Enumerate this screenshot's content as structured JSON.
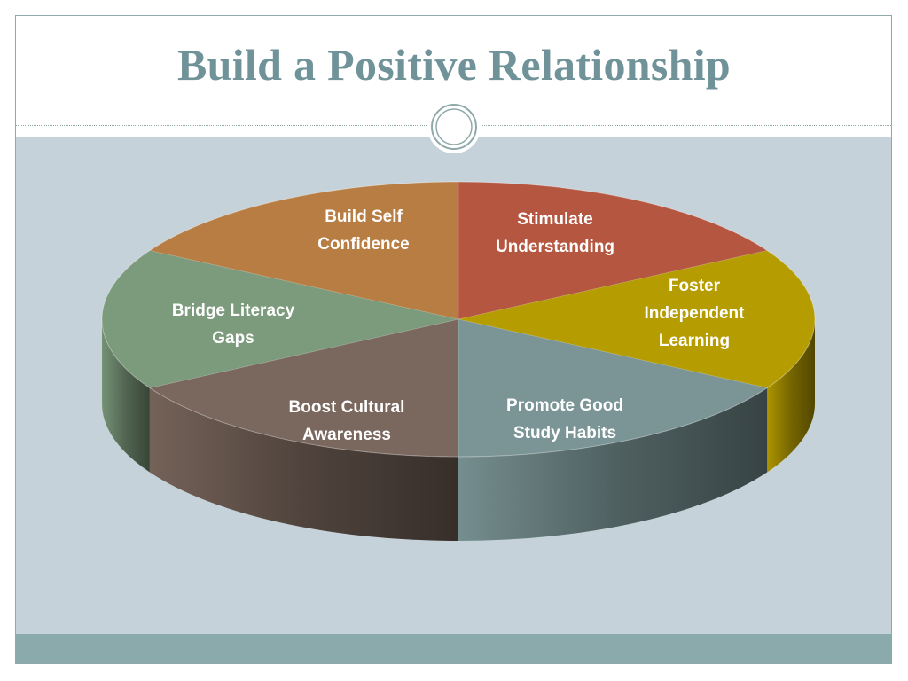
{
  "slide": {
    "title": "Build a Positive Relationship"
  },
  "diagram": {
    "type": "3d-pie",
    "segments": [
      {
        "id": "stimulate-understanding",
        "lines": [
          "Stimulate",
          "Understanding"
        ],
        "color": "#b55640"
      },
      {
        "id": "foster-independent-learning",
        "lines": [
          "Foster",
          "Independent",
          "Learning"
        ],
        "color": "#b59c00"
      },
      {
        "id": "promote-good-study-habits",
        "lines": [
          "Promote Good",
          "Study Habits"
        ],
        "color": "#7b9596"
      },
      {
        "id": "boost-cultural-awareness",
        "lines": [
          "Boost Cultural",
          "Awareness"
        ],
        "color": "#7a675d"
      },
      {
        "id": "bridge-literacy-gaps",
        "lines": [
          "Bridge Literacy",
          "Gaps"
        ],
        "color": "#7c9a7c"
      },
      {
        "id": "build-self-confidence",
        "lines": [
          "Build Self",
          "Confidence"
        ],
        "color": "#b87d42"
      }
    ]
  },
  "colors": {
    "title": "#6f9398",
    "content_bg": "#c6d2d9",
    "footer_bar": "#8aaaab",
    "frame_border": "#8fa9aa"
  }
}
